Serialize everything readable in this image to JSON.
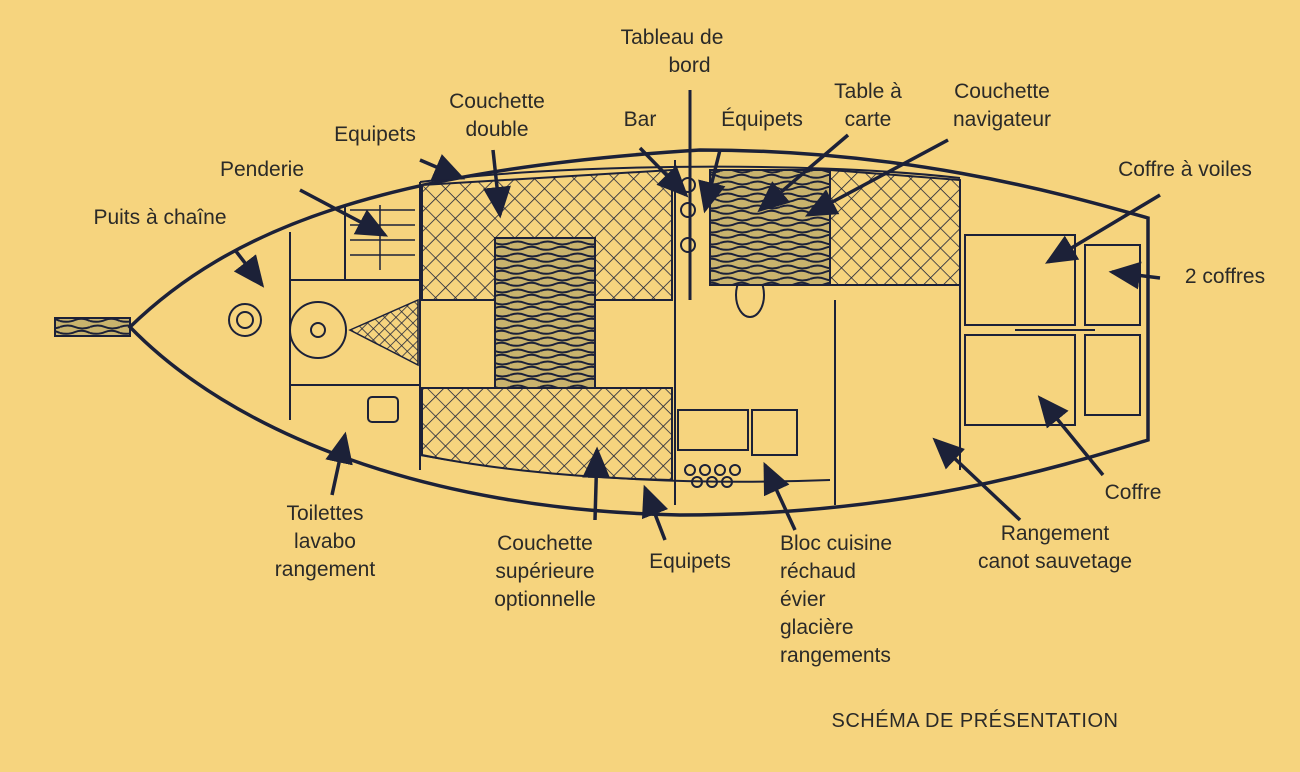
{
  "colors": {
    "background": "#f6d47e",
    "ink": "#1c2138"
  },
  "labels": {
    "tableau": [
      "Tableau de",
      "bord"
    ],
    "couchette_double": [
      "Couchette",
      "double"
    ],
    "bar": [
      "Bar"
    ],
    "equipets_top_right": [
      "Équipets"
    ],
    "table_carte": [
      "Table à",
      "carte"
    ],
    "couchette_nav": [
      "Couchette",
      "navigateur"
    ],
    "equipets_top_left": [
      "Equipets"
    ],
    "penderie": [
      "Penderie"
    ],
    "coffre_voiles": [
      "Coffre à voiles"
    ],
    "puits": [
      "Puits à chaîne"
    ],
    "deux_coffres": [
      "2 coffres"
    ],
    "coffre": [
      "Coffre"
    ],
    "toilettes": [
      "Toilettes",
      "lavabo",
      "rangement"
    ],
    "couchette_sup": [
      "Couchette",
      "supérieure",
      "optionnelle"
    ],
    "equipets_bottom": [
      "Equipets"
    ],
    "bloc_cuisine": [
      "Bloc cuisine",
      "réchaud",
      "évier",
      "glacière",
      "rangements"
    ],
    "rangement_canot": [
      "Rangement",
      "canot sauvetage"
    ]
  },
  "caption": "SCHÉMA DE PRÉSENTATION"
}
